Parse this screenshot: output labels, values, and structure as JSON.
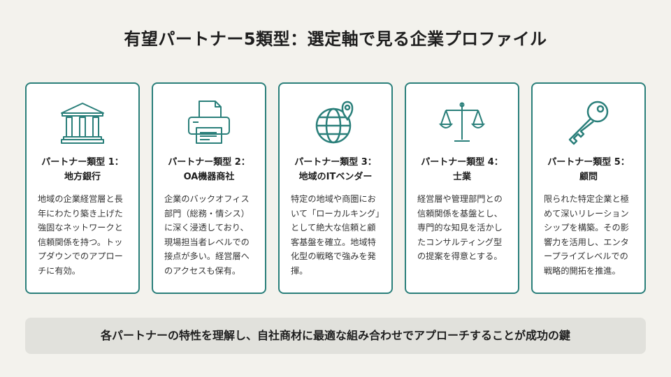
{
  "title": "有望パートナー5類型：選定軸で見る企業プロファイル",
  "accent_color": "#2a7f7a",
  "cards": [
    {
      "icon": "bank-icon",
      "title_line1": "パートナー類型 1：",
      "title_line2": "地方銀行",
      "body": "地域の企業経営層と長年にわたり築き上げた強固なネットワークと信頼関係を持つ。トップダウンでのアプローチに有効。"
    },
    {
      "icon": "printer-icon",
      "title_line1": "パートナー類型 2：",
      "title_line2": "OA機器商社",
      "body": "企業のバックオフィス部門（総務・情シス）に深く浸透しており、現場担当者レベルでの接点が多い。経営層へのアクセスも保有。"
    },
    {
      "icon": "globe-location-icon",
      "title_line1": "パートナー類型 3：",
      "title_line2": "地域のITベンダー",
      "body": "特定の地域や商圏において「ローカルキング」として絶大な信頼と顧客基盤を確立。地域特化型の戦略で強みを発揮。"
    },
    {
      "icon": "scales-icon",
      "title_line1": "パートナー類型 4：",
      "title_line2": "士業",
      "body": "経営層や管理部門との信頼関係を基盤とし、専門的な知見を活かしたコンサルティング型の提案を得意とする。"
    },
    {
      "icon": "key-icon",
      "title_line1": "パートナー類型 5：",
      "title_line2": "顧問",
      "body": "限られた特定企業と極めて深いリレーションシップを構築。その影響力を活用し、エンタープライズレベルでの戦略的開拓を推進。"
    }
  ],
  "footer": "各パートナーの特性を理解し、自社商材に最適な組み合わせでアプローチすることが成功の鍵"
}
